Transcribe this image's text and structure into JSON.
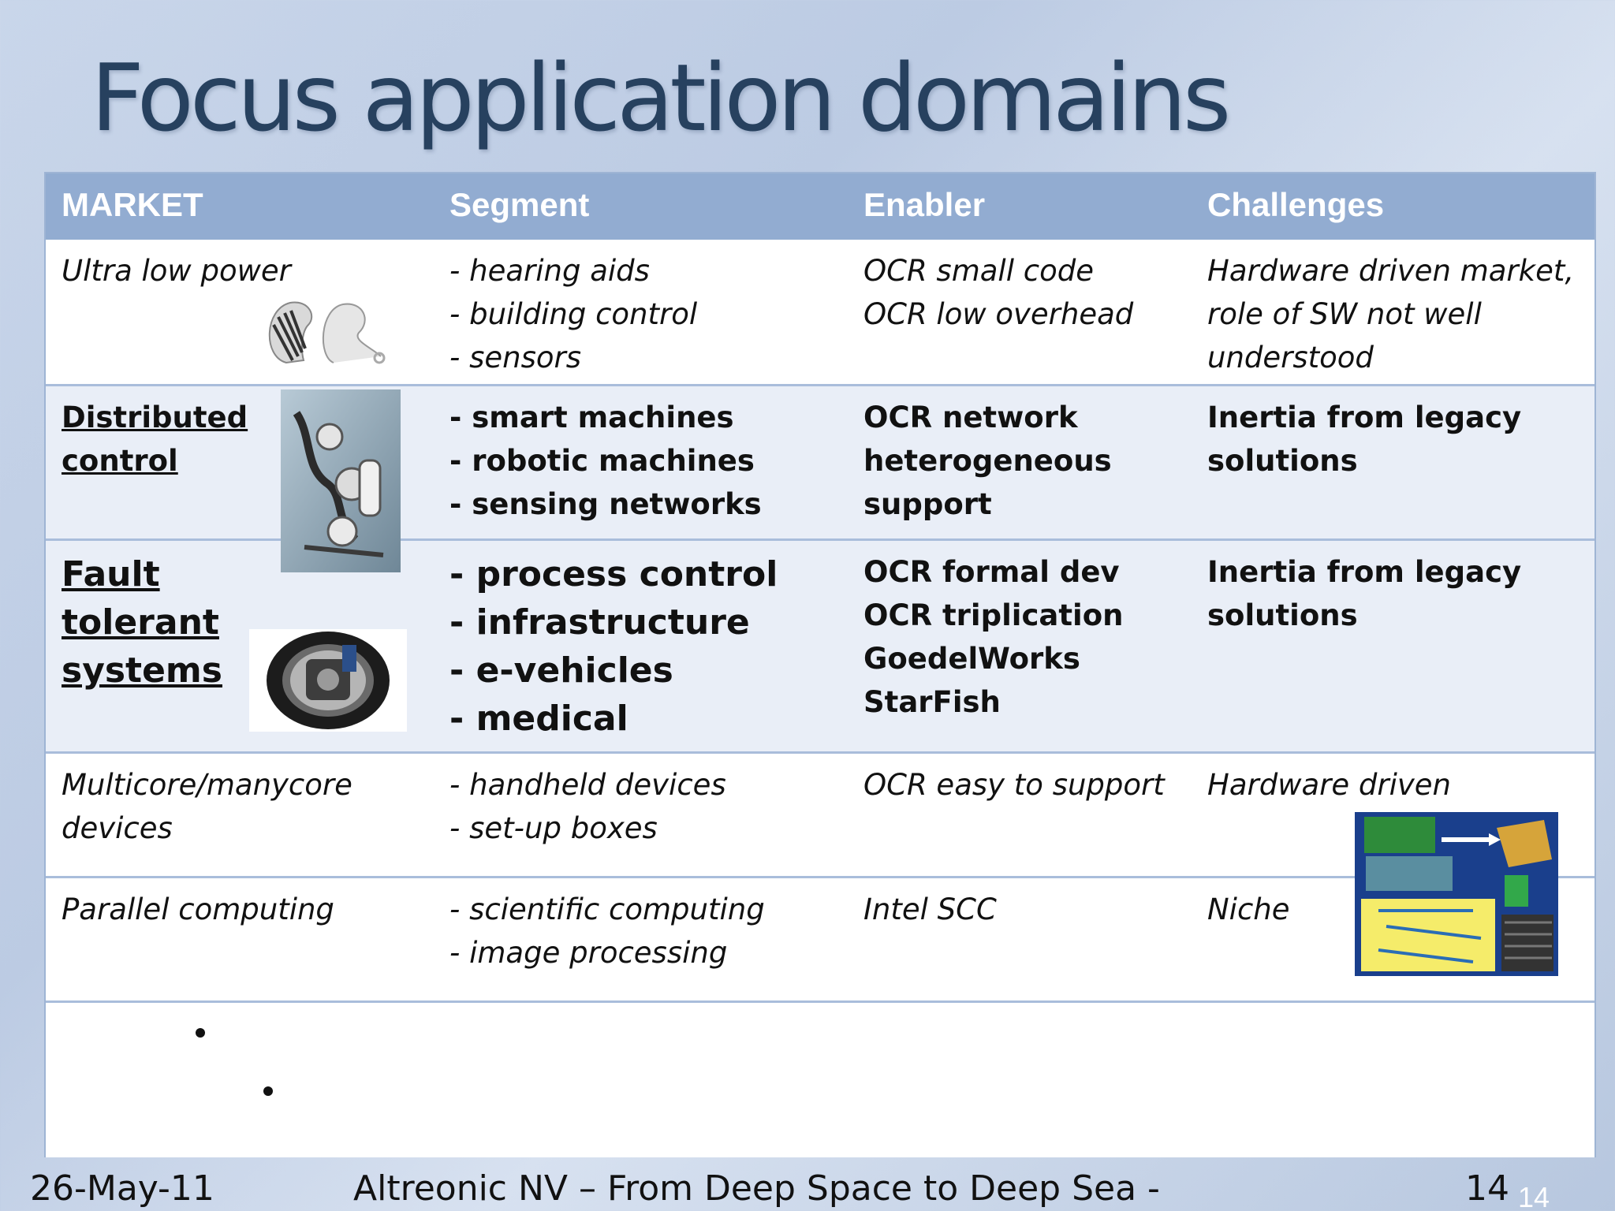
{
  "title": "Focus application domains",
  "table": {
    "headers": [
      "MARKET",
      "Segment",
      "Enabler",
      "Challenges"
    ],
    "rows": [
      {
        "market": [
          "Ultra low power"
        ],
        "segment": [
          "- hearing aids",
          "- building control",
          "- sensors"
        ],
        "enabler": [
          "OCR small code",
          "OCR low overhead"
        ],
        "challenges": [
          "Hardware driven market,",
          "role of SW not well",
          "understood"
        ]
      },
      {
        "market": [
          "Distributed",
          "control"
        ],
        "segment": [
          "- smart machines",
          "- robotic machines",
          "- sensing networks"
        ],
        "enabler": [
          "OCR network",
          "heterogeneous",
          "support"
        ],
        "challenges": [
          "Inertia from legacy",
          "solutions"
        ]
      },
      {
        "market": [
          "Fault",
          "tolerant",
          "systems"
        ],
        "segment": [
          "- process control",
          "- infrastructure",
          "- e-vehicles",
          "- medical"
        ],
        "enabler": [
          "OCR formal dev",
          "OCR triplication",
          "GoedelWorks",
          "StarFish"
        ],
        "challenges": [
          "Inertia from legacy",
          "solutions"
        ]
      },
      {
        "market": [
          "Multicore/manycore",
          "devices"
        ],
        "segment": [
          "- handheld devices",
          "- set-up boxes"
        ],
        "enabler": [
          "OCR easy to support"
        ],
        "challenges": [
          "Hardware driven"
        ]
      },
      {
        "market": [
          "Parallel computing"
        ],
        "segment": [
          "- scientific computing",
          "- image processing"
        ],
        "enabler": [
          "Intel SCC"
        ],
        "challenges": [
          "Niche"
        ]
      }
    ]
  },
  "footer": {
    "date": "26-May-11",
    "center": "Altreonic NV – From Deep Space to Deep Sea -",
    "page": "14",
    "page_small": "14"
  },
  "icons": {
    "hearing_aid": "hearing-aid-image",
    "robot": "robot-arm-image",
    "wheel": "wheel-motor-image",
    "manycore": "manycore-chip-image"
  }
}
